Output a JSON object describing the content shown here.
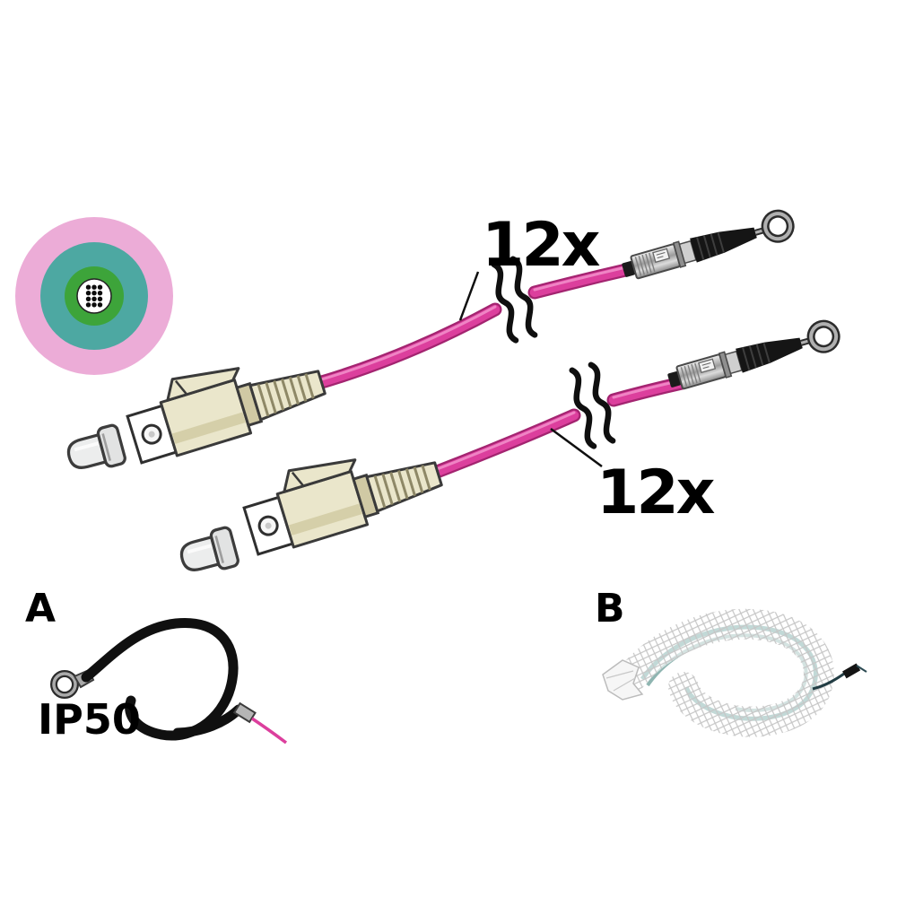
{
  "figure": {
    "background": "#ffffff"
  },
  "labels": {
    "top_fiber_count": "12x",
    "bottom_fiber_count": "12x",
    "variant_a": "A",
    "variant_b": "B",
    "protection_class": "IP50"
  },
  "cross_section": {
    "fiber_dots": 12
  },
  "colors": {
    "cable_jacket": "#dc3f9d",
    "cable_jacket_dark": "#a32470",
    "cable_highlight": "#f290cb",
    "cross_outer": "#ecacd7",
    "cross_ring": "#4da8a2",
    "cross_core": "#3da43a",
    "connector_body": "#eae6cb",
    "connector_shadow": "#d5cfa9",
    "boot_black": "#161616",
    "metal_mid": "#b9b9b9"
  }
}
